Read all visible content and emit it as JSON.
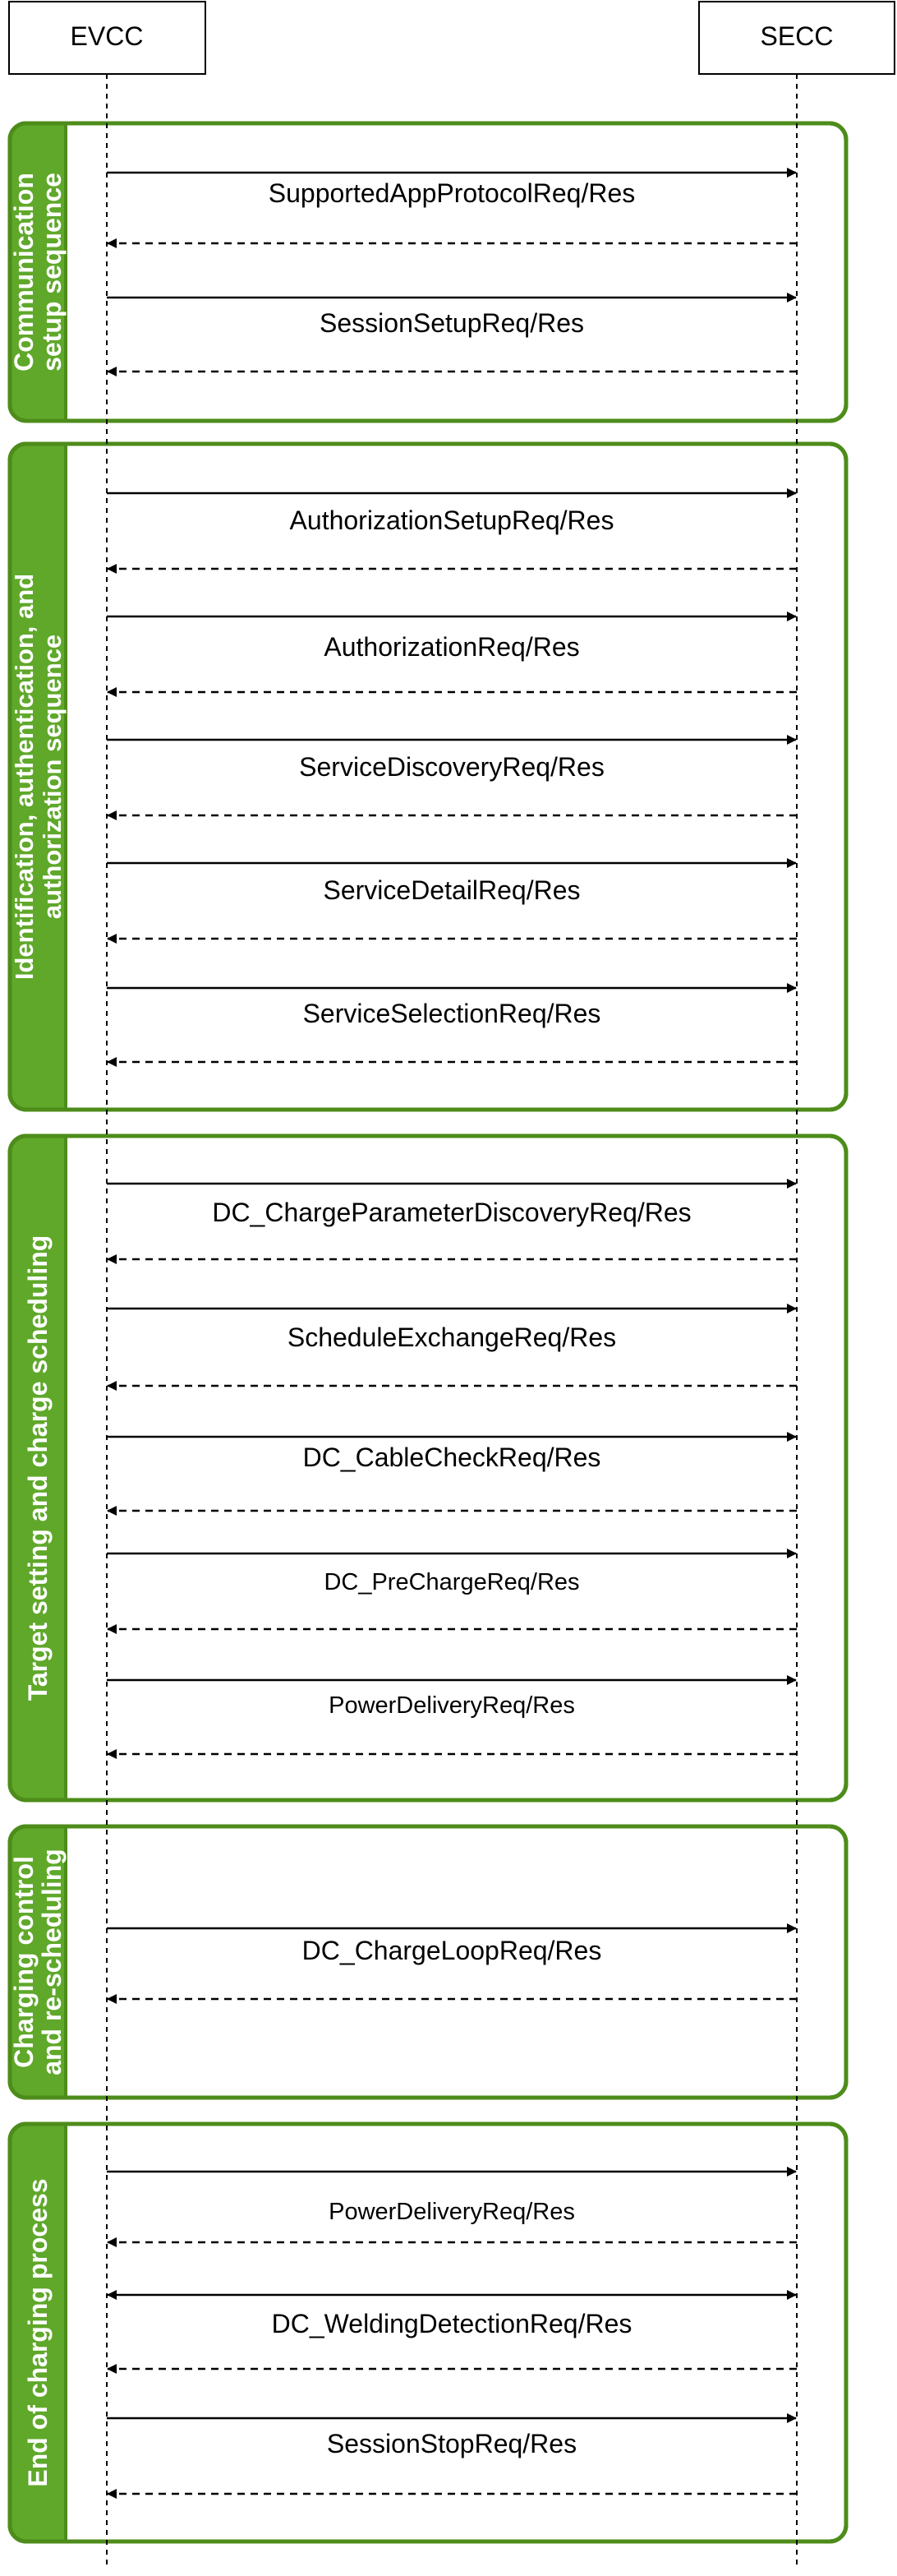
{
  "participants": {
    "evcc": "EVCC",
    "secc": "SECC"
  },
  "colors": {
    "group_border": "#4d8c1a",
    "group_label_fill": "#5fa82a",
    "group_label_text": "#ffffff",
    "line": "#000000"
  },
  "groups": [
    {
      "id": "communication-setup",
      "label_lines": [
        "Communication",
        "setup sequence"
      ],
      "messages": [
        "SupportedAppProtocolReq/Res",
        "SessionSetupReq/Res"
      ]
    },
    {
      "id": "identification-authorization",
      "label_lines": [
        "Identification, authentication, and",
        "authorization sequence"
      ],
      "messages": [
        "AuthorizationSetupReq/Res",
        "AuthorizationReq/Res",
        "ServiceDiscoveryReq/Res",
        "ServiceDetailReq/Res",
        "ServiceSelectionReq/Res"
      ]
    },
    {
      "id": "target-setting",
      "label_lines": [
        "Target setting and charge scheduling"
      ],
      "messages": [
        "DC_ChargeParameterDiscoveryReq/Res",
        "ScheduleExchangeReq/Res",
        "DC_CableCheckReq/Res",
        "DC_PreChargeReq/Res",
        "PowerDeliveryReq/Res"
      ]
    },
    {
      "id": "charging-control",
      "label_lines": [
        "Charging control",
        "and re-scheduling"
      ],
      "messages": [
        "DC_ChargeLoopReq/Res"
      ]
    },
    {
      "id": "end-of-charging",
      "label_lines": [
        "End of charging process"
      ],
      "messages": [
        "PowerDeliveryReq/Res",
        "DC_WeldingDetectionReq/Res",
        "SessionStopReq/Res"
      ]
    }
  ]
}
